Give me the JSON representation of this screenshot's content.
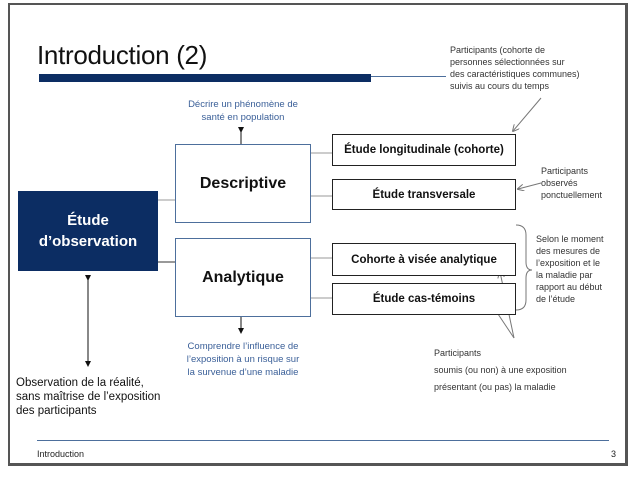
{
  "slide": {
    "title": "Introduction (2)",
    "footer_left": "Introduction",
    "page_number": "3",
    "colors": {
      "navy": "#0c2d63",
      "blue_text": "#3a5f98",
      "blue_line": "#4d6f9c"
    }
  },
  "diagram": {
    "root": {
      "line1": "Étude",
      "line2": "d’observation"
    },
    "root_note": [
      "Observation de la réalité,",
      "sans maîtrise de l’exposition",
      "des participants"
    ],
    "branches": [
      {
        "label": "Descriptive",
        "note": [
          "Décrire un phénomène de",
          "santé en population"
        ],
        "children": [
          "Étude longitudinale (cohorte)",
          "Étude transversale"
        ]
      },
      {
        "label": "Analytique",
        "note": [
          "Comprendre l’influence de",
          "l’exposition à un risque sur",
          "la survenue d’une maladie"
        ],
        "children": [
          "Cohorte à visée analytique",
          "Étude cas-témoins"
        ]
      }
    ],
    "annotations": {
      "cohorte": [
        "Participants (cohorte de",
        "personnes sélectionnées sur",
        "des caractéristiques communes)",
        "suivis au cours du temps"
      ],
      "transversale": [
        "Participants",
        "observés",
        "ponctuellement"
      ],
      "bracket": [
        "Selon le moment",
        "des mesures de",
        "l’exposition et le",
        "la maladie par",
        "rapport au début",
        "de l’étude"
      ],
      "participants": [
        "Participants",
        "soumis (ou non) à une exposition",
        "présentant (ou pas) la maladie"
      ]
    }
  }
}
